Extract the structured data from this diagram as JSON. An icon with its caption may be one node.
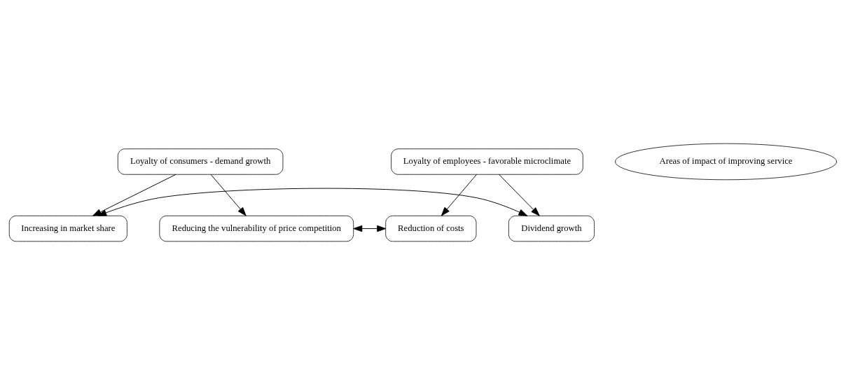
{
  "diagram": {
    "nodes": [
      {
        "text": [
          "Reducing the vulnerability of price competition"
        ]
      },
      {
        "text": [
          "Reduction of costs"
        ]
      },
      {
        "text": [
          "Loyalty of consumers - demand growth"
        ]
      },
      {
        "text": [
          "Areas of impact of improving service"
        ]
      },
      {
        "text": [
          "Loyalty of employees - favorable microclimate"
        ]
      },
      {
        "text": [
          "Increasing in market share"
        ]
      },
      {
        "text": [
          "Dividend growth"
        ]
      }
    ],
    "edges": [
      {
        "from": 0,
        "to": 1,
        "arrow": "both"
      },
      {
        "from": 2,
        "to": 0,
        "arrow": "to"
      },
      {
        "from": 2,
        "to": 5,
        "arrow": "to"
      },
      {
        "from": 4,
        "to": 1,
        "arrow": "to"
      },
      {
        "from": 4,
        "to": 6,
        "arrow": "to"
      },
      {
        "from": 5,
        "to": 6,
        "arrow": "both"
      }
    ]
  }
}
